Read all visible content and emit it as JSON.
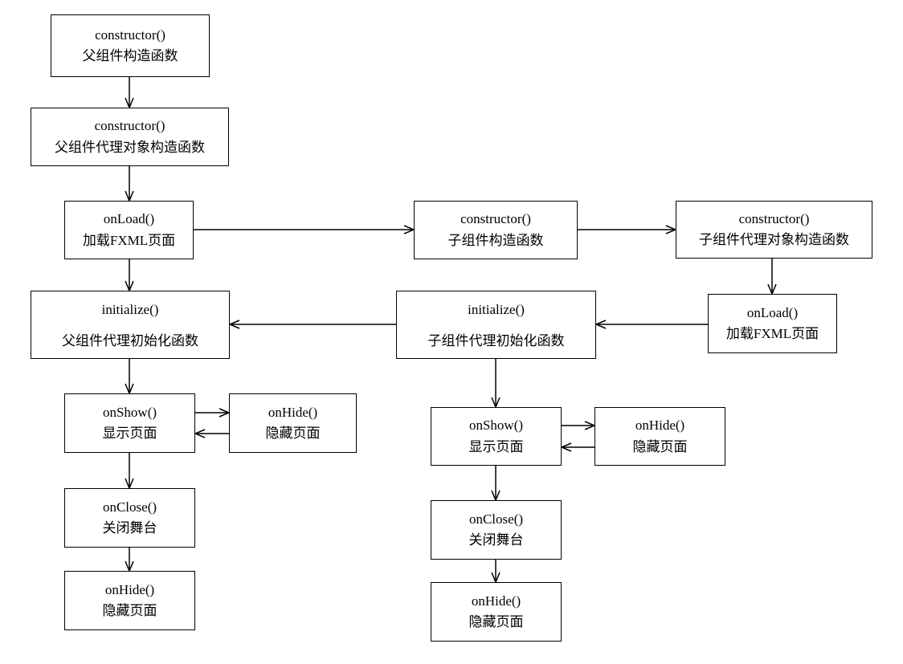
{
  "nodes": {
    "p_constructor": {
      "line1": "constructor()",
      "line2": "父组件构造函数"
    },
    "p_proxy_constructor": {
      "line1": "constructor()",
      "line2": "父组件代理对象构造函数"
    },
    "p_onload": {
      "line1": "onLoad()",
      "line2": "加载FXML页面"
    },
    "c_constructor": {
      "line1": "constructor()",
      "line2": "子组件构造函数"
    },
    "c_proxy_constructor": {
      "line1": "constructor()",
      "line2": "子组件代理对象构造函数"
    },
    "c_onload": {
      "line1": "onLoad()",
      "line2": "加载FXML页面"
    },
    "c_initialize": {
      "line1": "initialize()",
      "line2": "子组件代理初始化函数"
    },
    "p_initialize": {
      "line1": "initialize()",
      "line2": "父组件代理初始化函数"
    },
    "p_onshow": {
      "line1": "onShow()",
      "line2": "显示页面"
    },
    "p_onhide_side": {
      "line1": "onHide()",
      "line2": "隐藏页面"
    },
    "p_onclose": {
      "line1": "onClose()",
      "line2": "关闭舞台"
    },
    "p_onhide": {
      "line1": "onHide()",
      "line2": "隐藏页面"
    },
    "c_onshow": {
      "line1": "onShow()",
      "line2": "显示页面"
    },
    "c_onhide_side": {
      "line1": "onHide()",
      "line2": "隐藏页面"
    },
    "c_onclose": {
      "line1": "onClose()",
      "line2": "关闭舞台"
    },
    "c_onhide": {
      "line1": "onHide()",
      "line2": "隐藏页面"
    }
  }
}
